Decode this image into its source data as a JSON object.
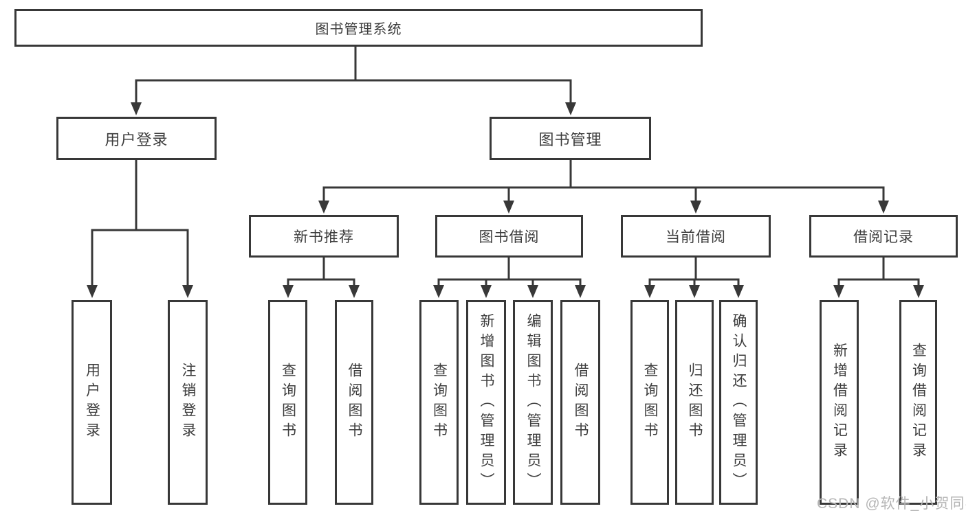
{
  "title": "图书管理系统",
  "level2": [
    {
      "label": "用户登录"
    },
    {
      "label": "图书管理"
    }
  ],
  "level3": [
    {
      "label": "新书推荐"
    },
    {
      "label": "图书借阅"
    },
    {
      "label": "当前借阅"
    },
    {
      "label": "借阅记录"
    }
  ],
  "leaves": {
    "login": [
      "用户登录",
      "注销登录"
    ],
    "recommend": [
      "查询图书",
      "借阅图书"
    ],
    "borrow": [
      "查询图书",
      "新增图书（管理员）",
      "编辑图书（管理员）",
      "借阅图书"
    ],
    "current": [
      "查询图书",
      "归还图书",
      "确认归还（管理员）"
    ],
    "record": [
      "新增借阅记录",
      "查询借阅记录"
    ]
  },
  "watermark": "CSDN @软件_小贺同学",
  "colors": {
    "line": "#383838",
    "text": "#3d3d3d",
    "watermark": "#b5b5b5"
  }
}
